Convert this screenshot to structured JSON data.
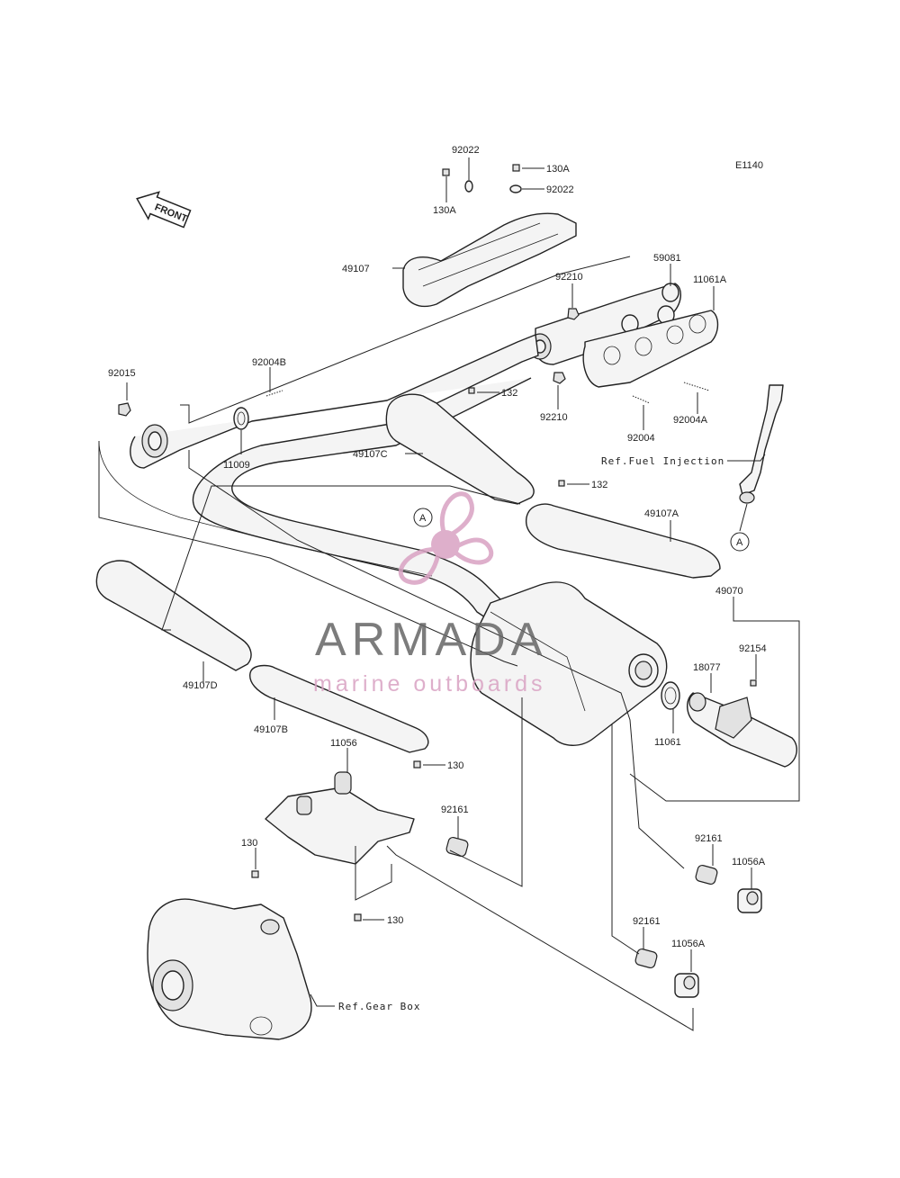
{
  "diagram_code": "E1140",
  "front_label": "FRONT",
  "callouts": {
    "c92022_top": "92022",
    "c130A_right": "130A",
    "c130A_left": "130A",
    "c92022_right": "92022",
    "c49107": "49107",
    "c59081": "59081",
    "c11061A": "11061A",
    "c92210_top": "92210",
    "c92210_bottom": "92210",
    "c92004A": "92004A",
    "c92004": "92004",
    "c92015": "92015",
    "c92004B": "92004B",
    "c11009": "11009",
    "c132_top": "132",
    "c49107C": "49107C",
    "c132_mid": "132",
    "c49107A": "49107A",
    "c49070": "49070",
    "c92154": "92154",
    "c18077": "18077",
    "c11061": "11061",
    "c49107D": "49107D",
    "c49107B": "49107B",
    "c11056": "11056",
    "c130_top": "130",
    "c92161_a": "92161",
    "c130_left": "130",
    "c130_bottom": "130",
    "c92161_b": "92161",
    "c11056A_b": "11056A",
    "c92161_c": "92161",
    "c11056A_c": "11056A"
  },
  "references": {
    "fuel_injection": "Ref.Fuel Injection",
    "gear_box": "Ref.Gear Box"
  },
  "markers": {
    "a_left": "A",
    "a_right": "A"
  },
  "watermark": {
    "brand": "ARMADA",
    "tagline": "marine outboards",
    "colors": {
      "logo": "#d9a2c3",
      "brand_text": "#666666"
    }
  }
}
